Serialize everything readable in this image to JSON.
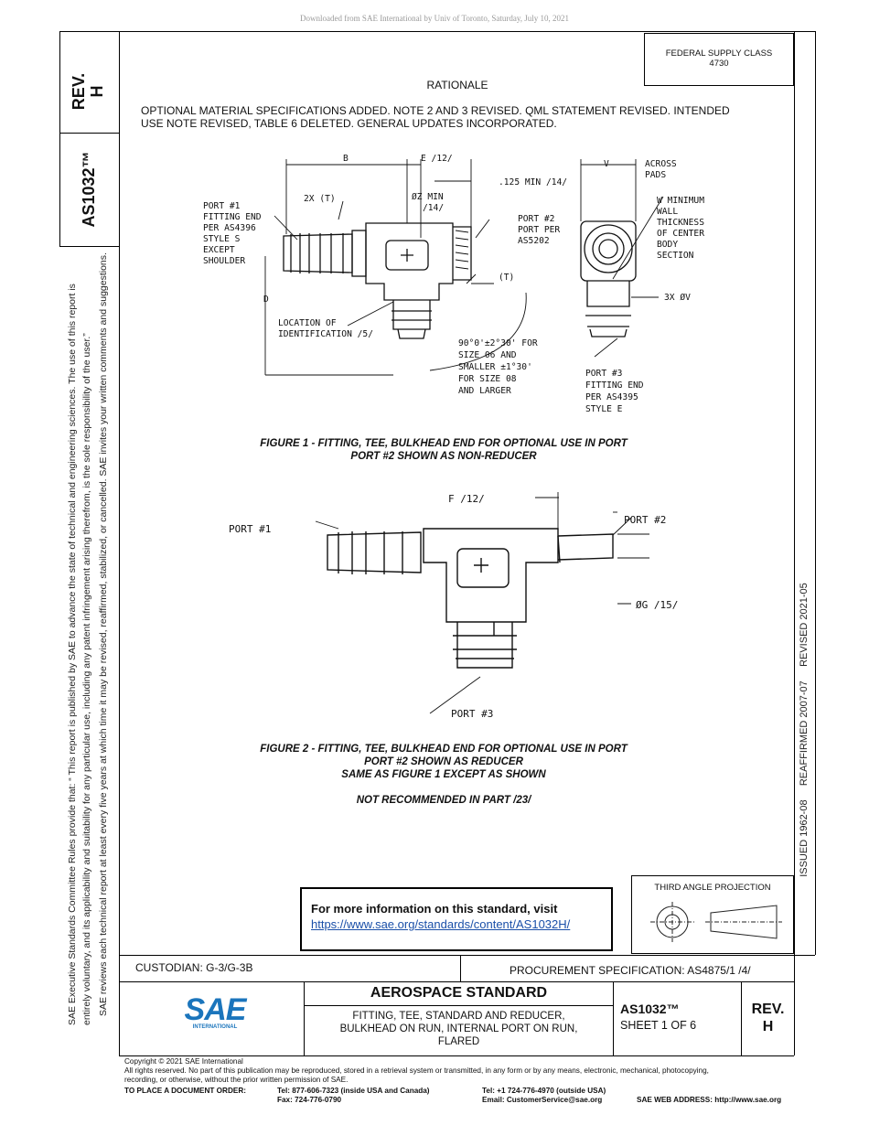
{
  "download_notice": "Downloaded from SAE International by Univ of Toronto, Saturday, July 10, 2021",
  "side": {
    "rev_label": "REV.",
    "rev_value": "H",
    "doc_id": "AS1032™",
    "note_line1": "SAE Executive Standards Committee Rules provide that: “  This report is published by SAE to advance the state of technical and engineering sciences. The use of this report is",
    "note_line2": "entirely voluntary, and its applicability and suitability for any particular use, including any patent infringement arising therefrom, is the sole responsibility of the user.”",
    "note_line3": "SAE reviews each technical report at least every five years at which time it may be revised, reaffirmed, stabilized, or cancelled. SAE invites your written comments and suggestions.",
    "dates": "ISSUED 1962-08     REAFFIRMED 2007-07     REVISED 2021-05"
  },
  "federal_supply": {
    "line1": "FEDERAL SUPPLY CLASS",
    "line2": "4730"
  },
  "rationale": {
    "heading": "RATIONALE",
    "line1": "OPTIONAL MATERIAL SPECIFICATIONS ADDED. NOTE 2 AND 3 REVISED. QML STATEMENT REVISED. INTENDED",
    "line2": "USE NOTE REVISED, TABLE 6 DELETED. GENERAL UPDATES INCORPORATED."
  },
  "figure1": {
    "labels": {
      "b": "B",
      "e": "E /12/",
      "v": "V",
      "across1": "ACROSS",
      "across2": "PADS",
      "twox": "2X (T)",
      "zmin1": "ØZ MIN",
      "zmin2": "/14/",
      "min125": ".125 MIN /14/",
      "p1a": "PORT #1",
      "p1b": "FITTING END",
      "p1c": "PER AS4396",
      "p1d": "STYLE S",
      "p1e": "EXCEPT",
      "p1f": "SHOULDER",
      "p2a": "PORT #2",
      "p2b": "PORT PER",
      "p2c": "AS5202",
      "wall1": "W MINIMUM",
      "wall2": "WALL",
      "wall3": "THICKNESS",
      "wall4": "OF CENTER",
      "wall5": "BODY",
      "wall6": "SECTION",
      "t": "(T)",
      "d": "D",
      "v3x": "3X ØV",
      "loc1": "LOCATION OF",
      "loc2": "IDENTIFICATION /5/",
      "ang1": "90°0'±2°30' FOR",
      "ang2": "SIZE 06 AND",
      "ang3": "SMALLER ±1°30'",
      "ang4": "FOR SIZE 08",
      "ang5": "AND LARGER",
      "p3a": "PORT #3",
      "p3b": "FITTING END",
      "p3c": "PER AS4395",
      "p3d": "STYLE E"
    },
    "caption1": "FIGURE 1 - FITTING, TEE, BULKHEAD END FOR OPTIONAL USE IN PORT",
    "caption2": "PORT #2 SHOWN AS NON-REDUCER"
  },
  "figure2": {
    "labels": {
      "f": "F /12/",
      "p1": "PORT #1",
      "p2": "PORT #2",
      "g": "ØG /15/",
      "p3": "PORT #3"
    },
    "caption1": "FIGURE 2 - FITTING, TEE, BULKHEAD END FOR OPTIONAL USE IN PORT",
    "caption2": "PORT #2 SHOWN AS REDUCER",
    "caption3": "SAME AS FIGURE 1 EXCEPT AS SHOWN",
    "caption4": "NOT RECOMMENDED IN PART /23/"
  },
  "info": {
    "text": "For more information on this standard, visit",
    "link": "https://www.sae.org/standards/content/AS1032H/"
  },
  "projection": {
    "label": "THIRD ANGLE PROJECTION"
  },
  "title_block": {
    "custodian": "CUSTODIAN: G-3/G-3B",
    "procurement": "PROCUREMENT SPECIFICATION: AS4875/1 /4/",
    "logo_text": "SAE",
    "logo_sub": "INTERNATIONAL",
    "heading": "AEROSPACE STANDARD",
    "title1": "FITTING, TEE, STANDARD AND REDUCER,",
    "title2": "BULKHEAD ON RUN, INTERNAL PORT ON RUN,",
    "title3": "FLARED",
    "doc": "AS1032™",
    "sheet": "SHEET 1 OF 6",
    "rev_label": "REV.",
    "rev_value": "H"
  },
  "footer": {
    "copyright": "Copyright © 2021 SAE International",
    "rights1": "All rights reserved. No part of this publication may be reproduced, stored in a retrieval system or transmitted, in any form or by any means, electronic, mechanical, photocopying,",
    "rights2": "recording, or otherwise, without the prior written permission of SAE.",
    "order": "TO PLACE A DOCUMENT ORDER:",
    "tel1": "Tel: 877-606-7323 (inside USA and Canada)",
    "tel2": "Tel: +1 724-776-4970 (outside USA)",
    "fax": "Fax: 724-776-0790",
    "email": "Email: CustomerService@sae.org",
    "web": "SAE WEB ADDRESS: http://www.sae.org"
  }
}
